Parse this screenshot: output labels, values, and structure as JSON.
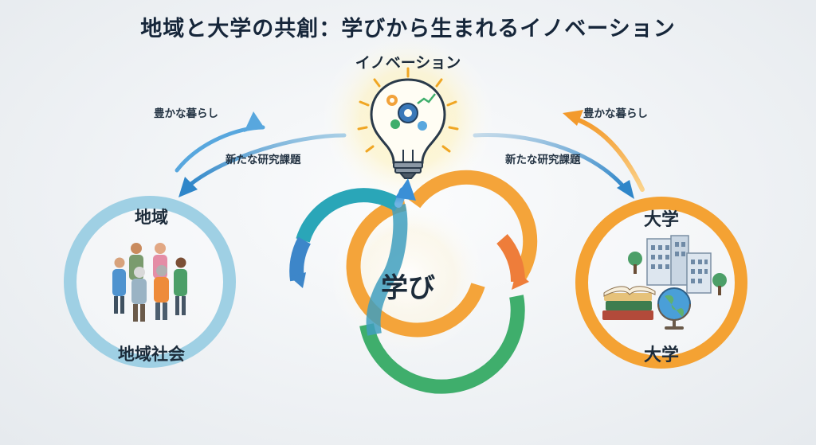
{
  "title": "地域と大学の共創：学びから生まれるイノベーション",
  "innovation": {
    "label": "イノベーション",
    "icon": "lightbulb-gears-icon"
  },
  "left_flow": {
    "top_label": "豊かな暮らし",
    "bottom_label": "新たな研究課題"
  },
  "right_flow": {
    "top_label": "豊かな暮らし",
    "bottom_label": "新たな研究課題"
  },
  "community": {
    "top_label": "地域",
    "bottom_label": "地域社会",
    "icon": "people-group-icon"
  },
  "center": {
    "label": "学び"
  },
  "university": {
    "top_label": "大学",
    "bottom_label": "大学",
    "icon": "university-building-icon"
  },
  "colors": {
    "community_ring": "#9fd0e4",
    "university_ring": "#f4a233",
    "blue_arrow": "#4a9fd8",
    "orange_arrow": "#f5a53a",
    "green": "#3fae6c",
    "teal": "#2aa6b8"
  }
}
